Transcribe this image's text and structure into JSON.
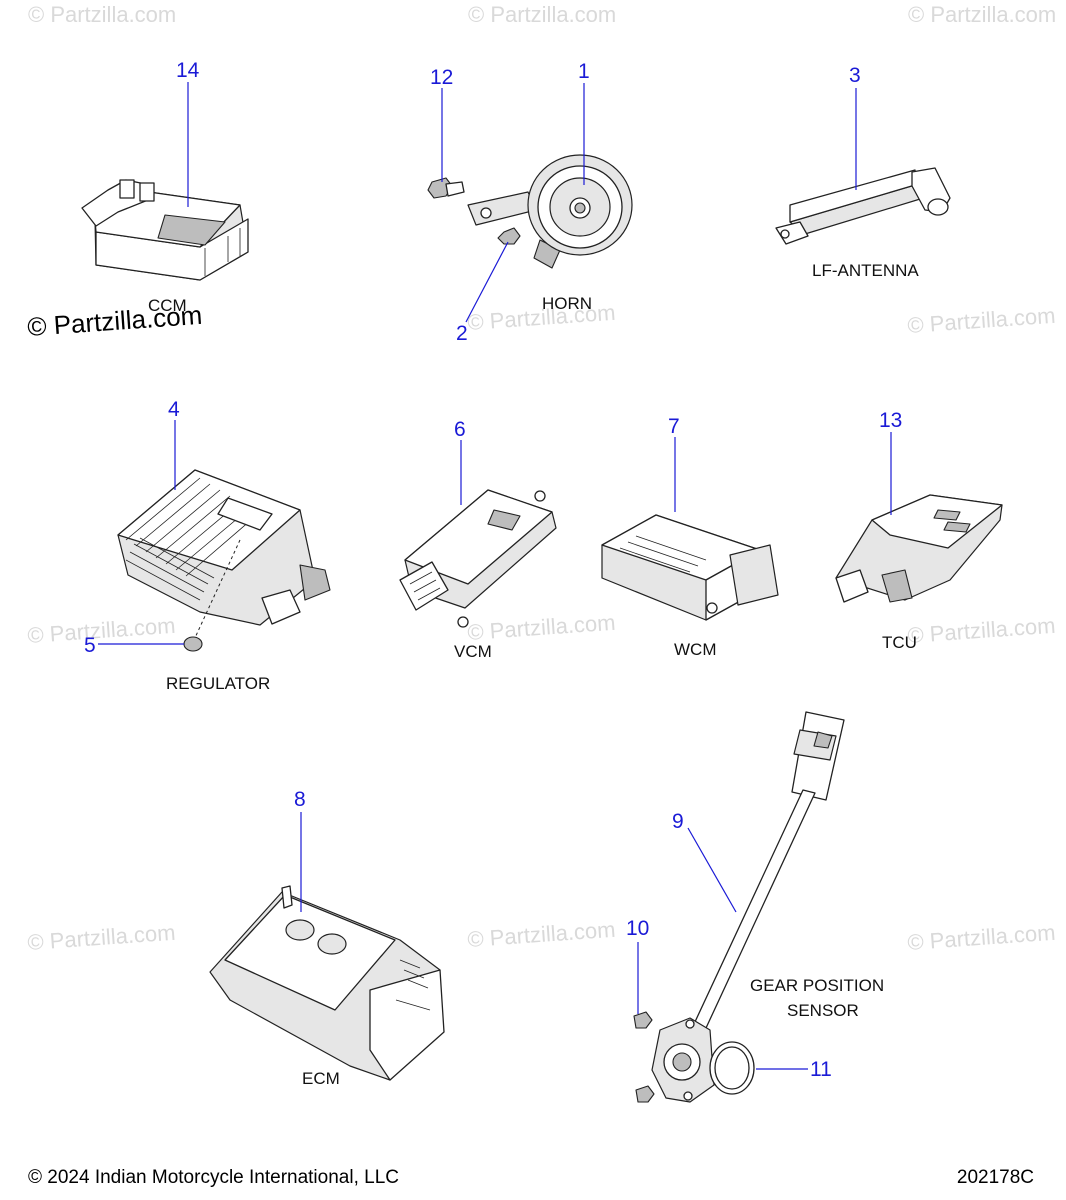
{
  "watermark_text": "© Partzilla.com",
  "brand_stamp": "© Partzilla.com",
  "footer": {
    "copyright": "© 2024 Indian Motorcycle International, LLC",
    "drawing_id": "202178C"
  },
  "callouts": {
    "c1": "1",
    "c2": "2",
    "c3": "3",
    "c4": "4",
    "c5": "5",
    "c6": "6",
    "c7": "7",
    "c8": "8",
    "c9": "9",
    "c10": "10",
    "c11": "11",
    "c12": "12",
    "c13": "13",
    "c14": "14"
  },
  "part_labels": {
    "ccm": "CCM",
    "horn": "HORN",
    "lf_antenna": "LF-ANTENNA",
    "regulator": "REGULATOR",
    "vcm": "VCM",
    "wcm": "WCM",
    "tcu": "TCU",
    "ecm": "ECM",
    "gear_position_line1": "GEAR POSITION",
    "gear_position_line2": "SENSOR"
  },
  "colors": {
    "callout": "#1a1ad6",
    "linework": "#222222",
    "watermark": "#d9d9d9"
  }
}
